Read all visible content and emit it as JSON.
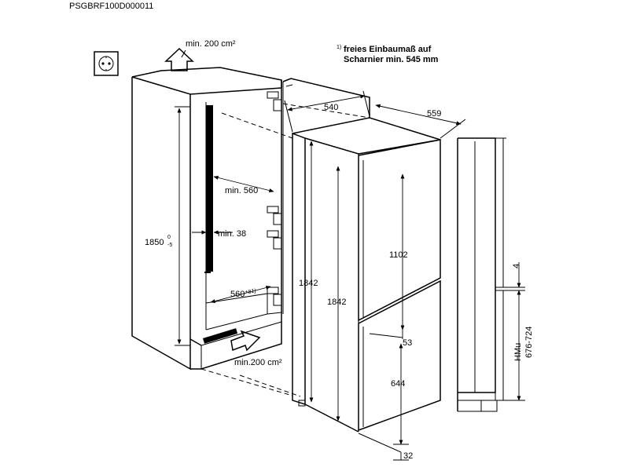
{
  "product_code": "PSGBRF100D000011",
  "footnote": {
    "marker": "1)",
    "line1": "freies Einbaumaß auf",
    "line2": "Scharnier min. 545 mm"
  },
  "ventilation": {
    "top": "min. 200 cm²",
    "bottom": "min.200 cm²"
  },
  "niche": {
    "height": "1850",
    "height_tol_plus": "0",
    "height_tol_minus": "-5",
    "width": "min. 560",
    "depth": "560",
    "depth_sup": "+8",
    "depth_note": "1)",
    "back_gap": "min. 38"
  },
  "appliance": {
    "width": "540",
    "depth": "559",
    "height_body": "1842",
    "height_door": "1842",
    "upper_door": "1102",
    "door_gap": "53",
    "lower_door": "644",
    "bottom_gap": "32"
  },
  "kitchen_door": {
    "gap": "4",
    "range": "676-724",
    "label": "HMu"
  },
  "icons": [
    "power-socket-icon",
    "air-flow-arrow-icon"
  ]
}
